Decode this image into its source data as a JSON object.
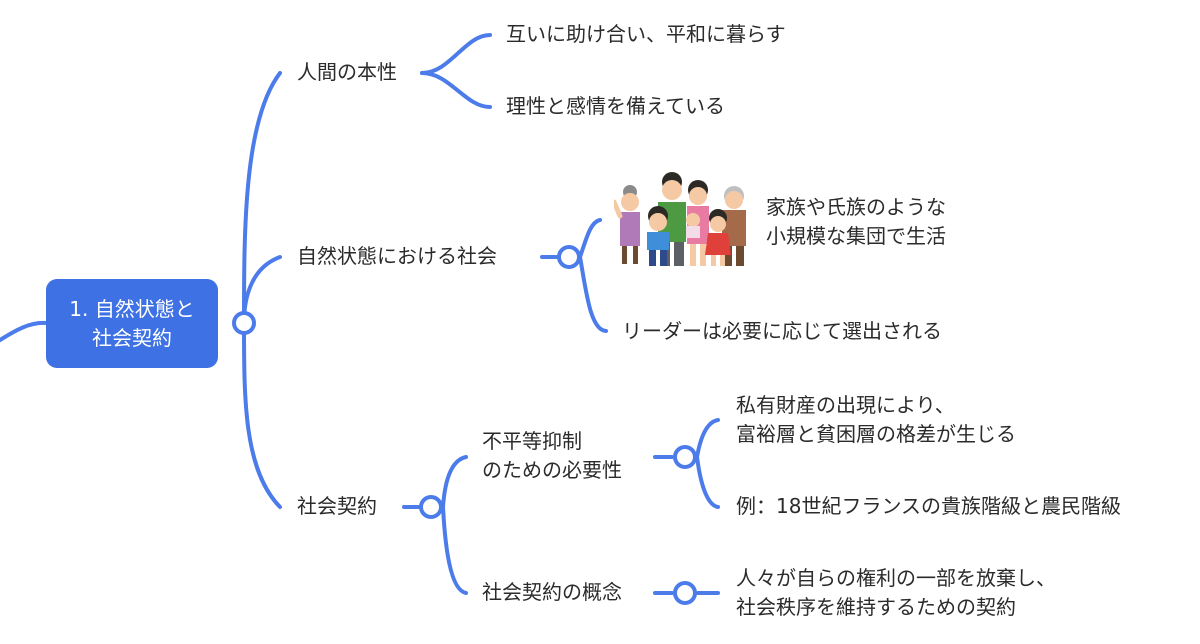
{
  "colors": {
    "accent": "#3e71e3",
    "line": "#4c7bea",
    "text": "#2b2b2b",
    "background": "#ffffff"
  },
  "root": {
    "line1": "1. 自然状態と",
    "line2": "社会契約"
  },
  "branches": {
    "human_nature": {
      "label": "人間の本性",
      "children": [
        "互いに助け合い、平和に暮らす",
        "理性と感情を備えている"
      ]
    },
    "state_of_nature": {
      "label": "自然状態における社会",
      "image_icon": "family-illustration",
      "children": [
        {
          "line1": "家族や氏族のような",
          "line2": "小規模な集団で生活"
        },
        "リーダーは必要に応じて選出される"
      ]
    },
    "social_contract": {
      "label": "社会契約",
      "sub1": {
        "line1": "不平等抑制",
        "line2": "のための必要性",
        "children": [
          {
            "line1": "私有財産の出現により、",
            "line2": "富裕層と貧困層の格差が生じる"
          },
          "例：18世紀フランスの貴族階級と農民階級"
        ]
      },
      "sub2": {
        "label": "社会契約の概念",
        "child": {
          "line1": "人々が自らの権利の一部を放棄し、",
          "line2": "社会秩序を維持するための契約"
        }
      }
    }
  }
}
